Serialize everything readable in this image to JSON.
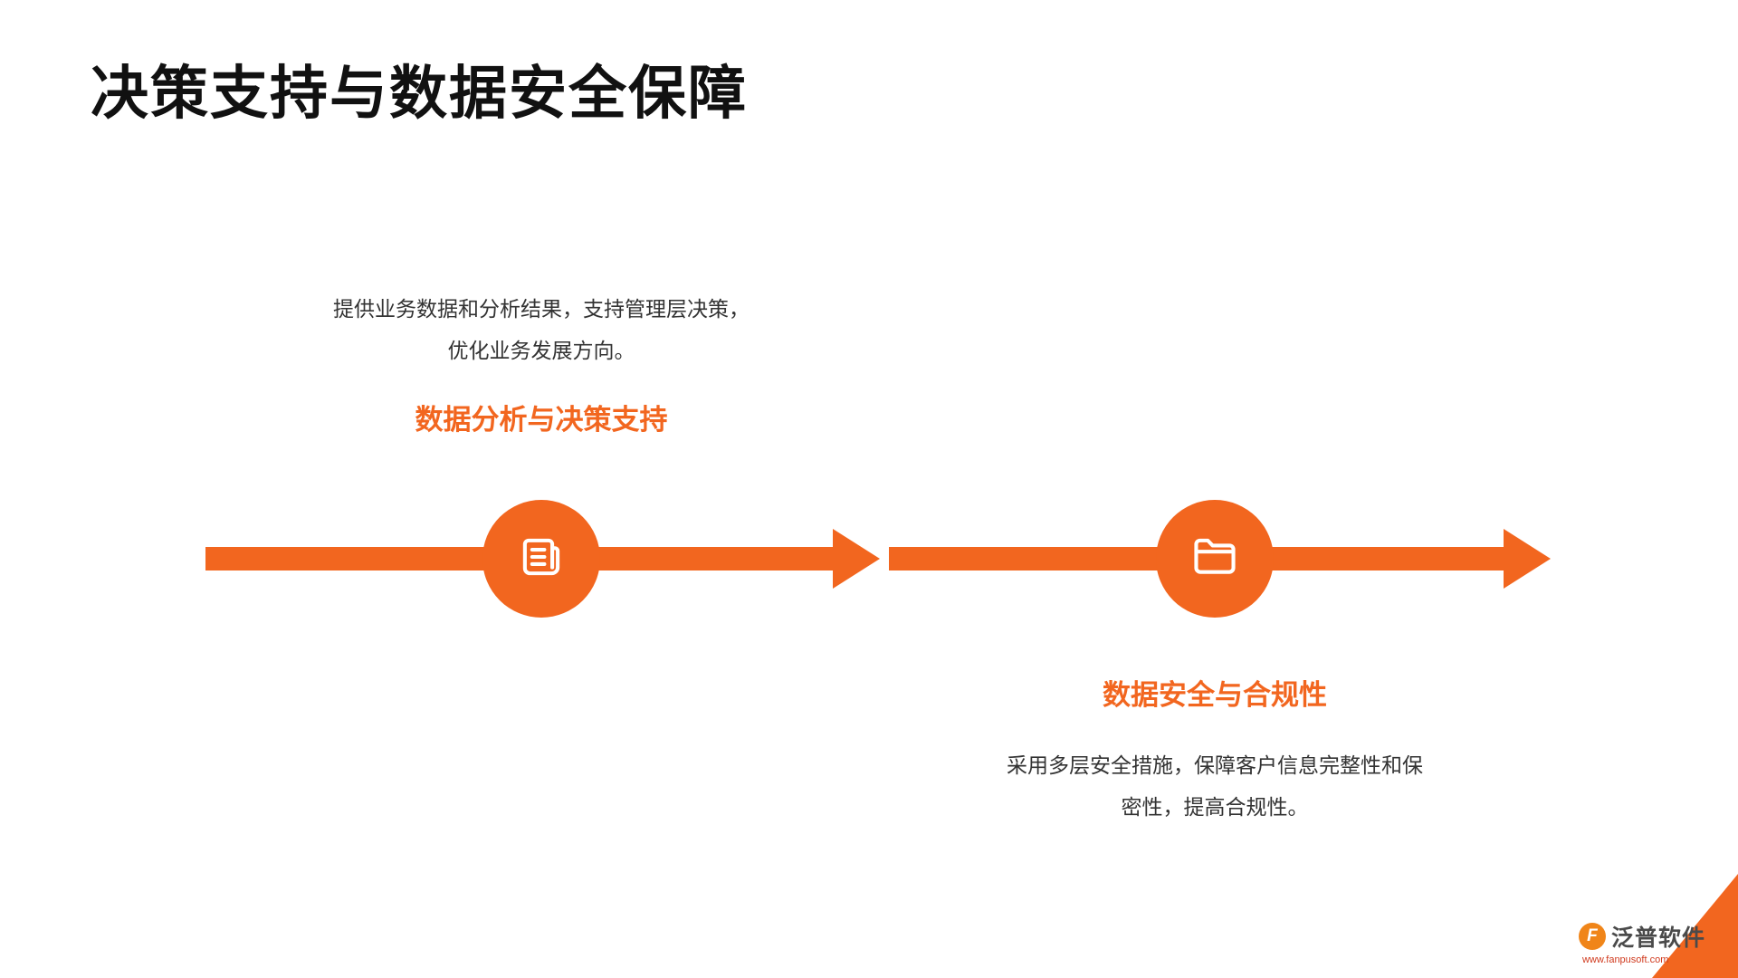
{
  "title": "决策支持与数据安全保障",
  "colors": {
    "accent": "#F2661F",
    "title_text": "#111111",
    "body_text": "#333333"
  },
  "timeline": {
    "direction": "left-to-right",
    "nodes": [
      {
        "icon": "news-document-icon",
        "heading": "数据分析与决策支持",
        "desc_line1": "提供业务数据和分析结果，支持管理层决策，",
        "desc_line2": "优化业务发展方向。",
        "text_position": "above"
      },
      {
        "icon": "folder-icon",
        "heading": "数据安全与合规性",
        "desc_line1": "采用多层安全措施，保障客户信息完整性和保",
        "desc_line2": "密性，提高合规性。",
        "text_position": "below"
      }
    ]
  },
  "logo": {
    "mark": "F",
    "name": "泛普软件",
    "url": "www.fanpusoft.com"
  }
}
